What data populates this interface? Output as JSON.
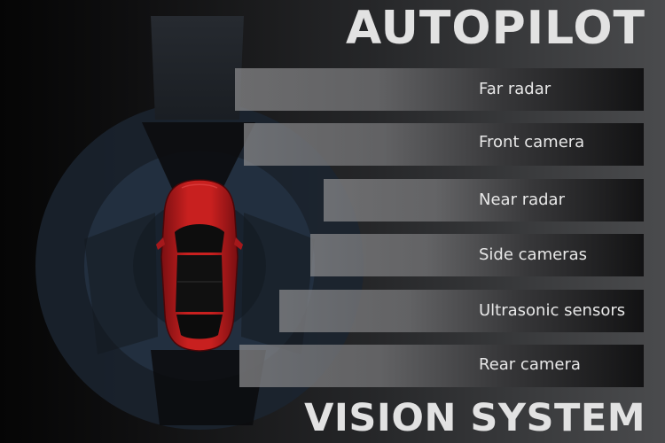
{
  "title": "AUTOPILOT",
  "subtitle": "VISION SYSTEM",
  "sensors": [
    {
      "label": "Far radar"
    },
    {
      "label": "Front camera"
    },
    {
      "label": "Near radar"
    },
    {
      "label": "Side cameras"
    },
    {
      "label": "Ultrasonic sensors"
    },
    {
      "label": "Rear camera"
    }
  ],
  "colors": {
    "car_body": "#b01a1c",
    "glass": "#0c0c0c",
    "title_text": "#e2e2e2",
    "radar_blue": "#1f2b38"
  }
}
